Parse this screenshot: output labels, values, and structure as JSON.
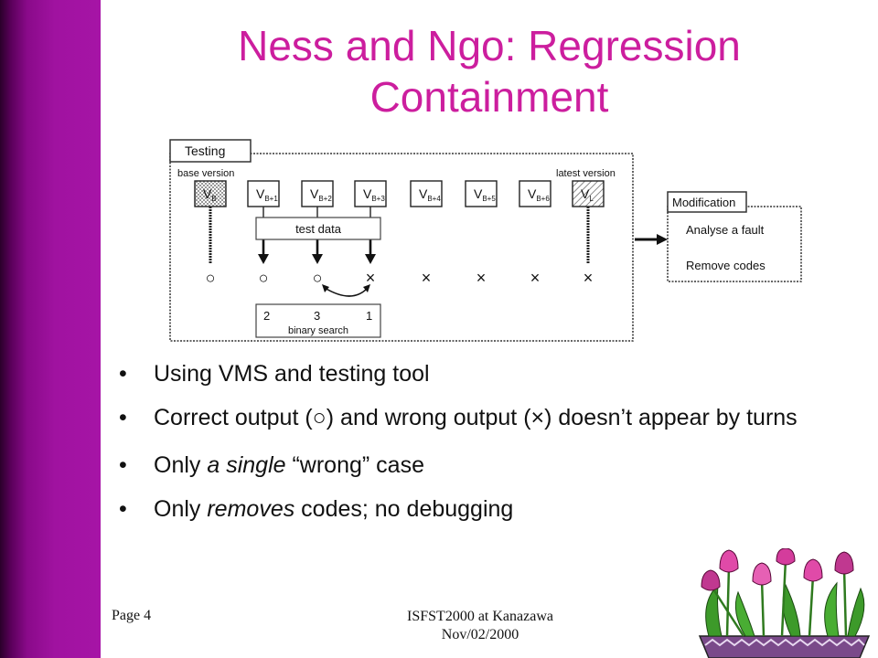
{
  "slide": {
    "title_line1": "Ness and Ngo: Regression",
    "title_line2": "Containment"
  },
  "diagram": {
    "testing_label": "Testing",
    "base_version_label": "base version",
    "latest_version_label": "latest version",
    "versions": [
      {
        "main": "V",
        "sub": "B"
      },
      {
        "main": "V",
        "sub": "B+1"
      },
      {
        "main": "V",
        "sub": "B+2"
      },
      {
        "main": "V",
        "sub": "B+3"
      },
      {
        "main": "V",
        "sub": "B+4"
      },
      {
        "main": "V",
        "sub": "B+5"
      },
      {
        "main": "V",
        "sub": "B+6"
      },
      {
        "main": "V",
        "sub": "L"
      }
    ],
    "test_data_label": "test data",
    "results": [
      "○",
      "○",
      "○",
      "×",
      "×",
      "×",
      "×",
      "×"
    ],
    "search_order": [
      "2",
      "3",
      "1"
    ],
    "binary_search_label": "binary search",
    "modification_label": "Modification",
    "analyse_label": "Analyse a fault",
    "remove_label": "Remove codes"
  },
  "bullets": {
    "b1": "Using VMS and testing tool",
    "b2": "Correct output (○) and wrong output (×) doesn’t appear by turns",
    "b3_pre": "Only ",
    "b3_em": "a single",
    "b3_post": " “wrong” case",
    "b4_pre": "Only ",
    "b4_em": "removes",
    "b4_post": " codes; no debugging",
    "dot": "•"
  },
  "footer": {
    "page": "Page 4",
    "conf": "ISFST2000 at Kanazawa",
    "date": "Nov/02/2000"
  },
  "colors": {
    "accent": "#cc1e9e",
    "sidebar": "#a614a6"
  }
}
